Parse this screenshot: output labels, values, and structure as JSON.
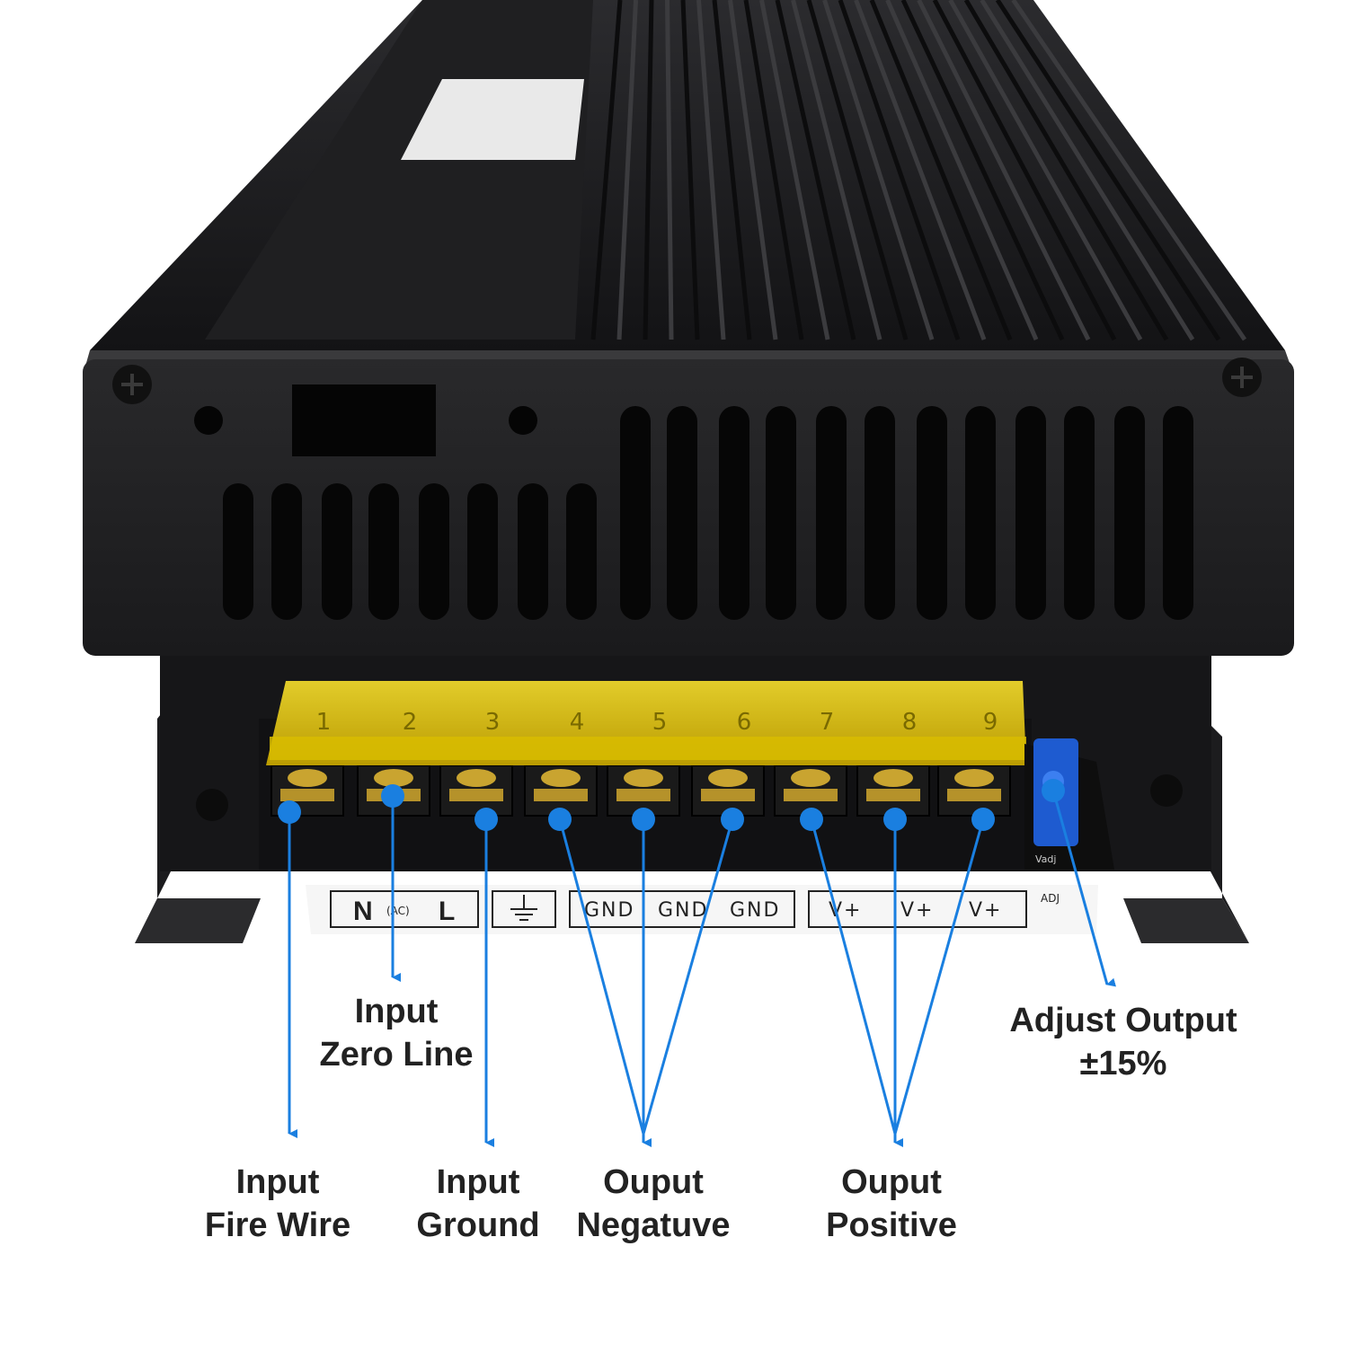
{
  "colors": {
    "housing": "#1c1c1e",
    "housing_side": "#2a2a2c",
    "terminal_cover": "#e8c700",
    "callout_line": "#1a7fe0",
    "label_text": "#222222",
    "pot": "#1e5bd0"
  },
  "terminal_block": {
    "numbers": [
      "1",
      "2",
      "3",
      "4",
      "5",
      "6",
      "7",
      "8",
      "9"
    ]
  },
  "terminal_label": {
    "input_ac_n": "N",
    "input_ac_mid": "(AC)",
    "input_ac_l": "L",
    "ground_icon": "ground-symbol-icon",
    "gnd": [
      "GND",
      "GND",
      "GND"
    ],
    "vplus": [
      "V+",
      "V+",
      "V+"
    ],
    "adj": "ADJ"
  },
  "pcb_label": "Vadj",
  "callouts": {
    "input_fire_wire": [
      "Input",
      "Fire Wire"
    ],
    "input_zero_line": [
      "Input",
      "Zero Line"
    ],
    "input_ground": [
      "Input",
      "Ground"
    ],
    "output_negative": [
      "Ouput",
      "Negatuve"
    ],
    "output_positive": [
      "Ouput",
      "Positive"
    ],
    "adjust_output": [
      "Adjust Output",
      "±15%"
    ]
  }
}
